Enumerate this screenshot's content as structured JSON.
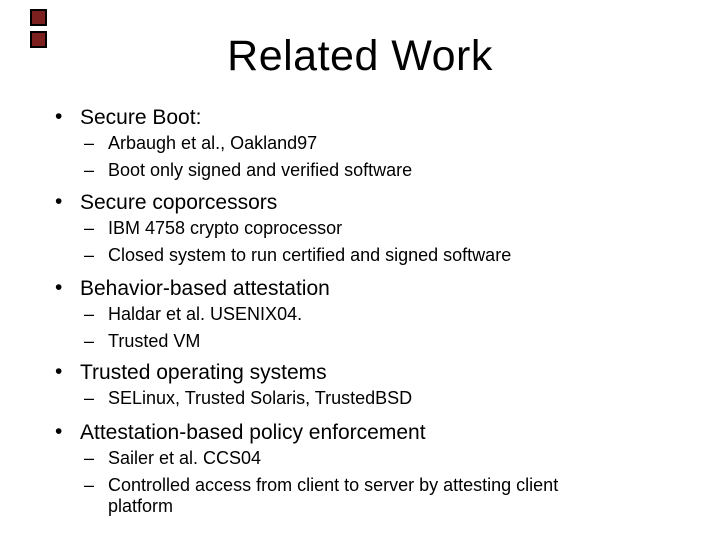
{
  "slide": {
    "title": "Related Work",
    "bullet_char": "•",
    "dash_char": "–",
    "colors": {
      "text": "#000000",
      "background": "#ffffff",
      "decoration_fill": "#7b1f1f",
      "decoration_border": "#000000"
    },
    "bullets": [
      {
        "label": "Secure Boot:",
        "subs": [
          "Arbaugh et al., Oakland97",
          "Boot only signed and verified software"
        ]
      },
      {
        "label": "Secure coporcessors",
        "subs": [
          "IBM 4758 crypto coprocessor",
          "Closed system to run certified and signed software"
        ]
      },
      {
        "label": "Behavior-based attestation",
        "subs": [
          "Haldar et al. USENIX04.",
          "Trusted VM"
        ]
      },
      {
        "label": "Trusted operating systems",
        "subs": [
          "SELinux, Trusted Solaris, TrustedBSD"
        ]
      },
      {
        "label": "Attestation-based policy enforcement",
        "subs": [
          "Sailer et al. CCS04",
          "Controlled access from client to server by attesting client platform"
        ]
      }
    ]
  }
}
